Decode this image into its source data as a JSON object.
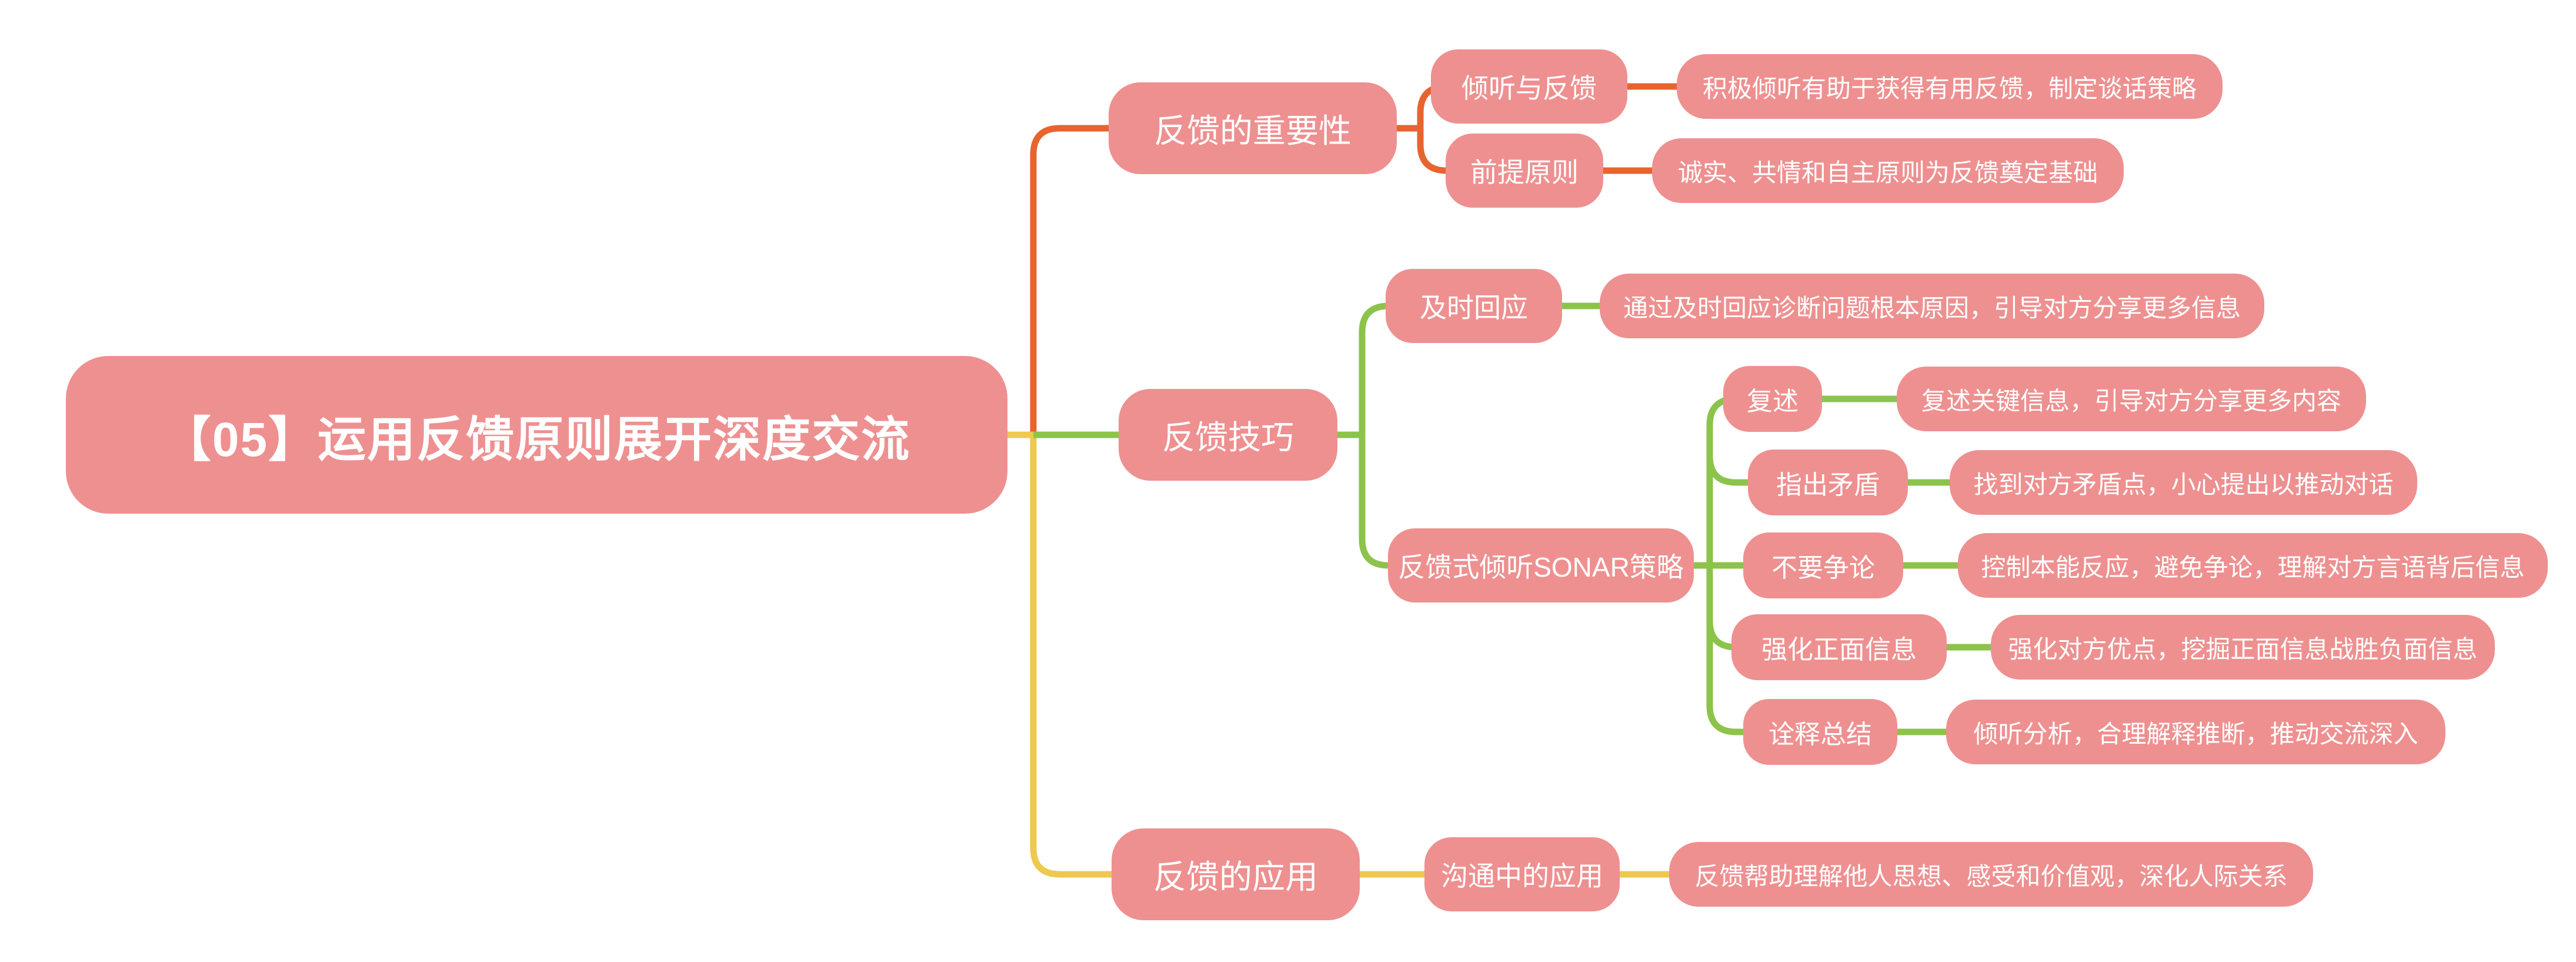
{
  "root": {
    "label": "【05】运用反馈原则展开深度交流"
  },
  "colors": {
    "node_fill": "#ee9090",
    "node_text": "#ffffff",
    "branch1": "#e7642f",
    "branch2": "#8cc34b",
    "branch3": "#eec84f"
  },
  "branches": [
    {
      "label": "反馈的重要性",
      "color": "#e7642f",
      "children": [
        {
          "label": "倾听与反馈",
          "note": "积极倾听有助于获得有用反馈，制定谈话策略"
        },
        {
          "label": "前提原则",
          "note": "诚实、共情和自主原则为反馈奠定基础"
        }
      ]
    },
    {
      "label": "反馈技巧",
      "color": "#8cc34b",
      "children": [
        {
          "label": "及时回应",
          "note": "通过及时回应诊断问题根本原因，引导对方分享更多信息"
        },
        {
          "label": "反馈式倾听SONAR策略",
          "children": [
            {
              "label": "复述",
              "note": "复述关键信息，引导对方分享更多内容"
            },
            {
              "label": "指出矛盾",
              "note": "找到对方矛盾点，小心提出以推动对话"
            },
            {
              "label": "不要争论",
              "note": "控制本能反应，避免争论，理解对方言语背后信息"
            },
            {
              "label": "强化正面信息",
              "note": "强化对方优点，挖掘正面信息战胜负面信息"
            },
            {
              "label": "诠释总结",
              "note": "倾听分析，合理解释推断，推动交流深入"
            }
          ]
        }
      ]
    },
    {
      "label": "反馈的应用",
      "color": "#eec84f",
      "children": [
        {
          "label": "沟通中的应用",
          "note": "反馈帮助理解他人思想、感受和价值观，深化人际关系"
        }
      ]
    }
  ]
}
